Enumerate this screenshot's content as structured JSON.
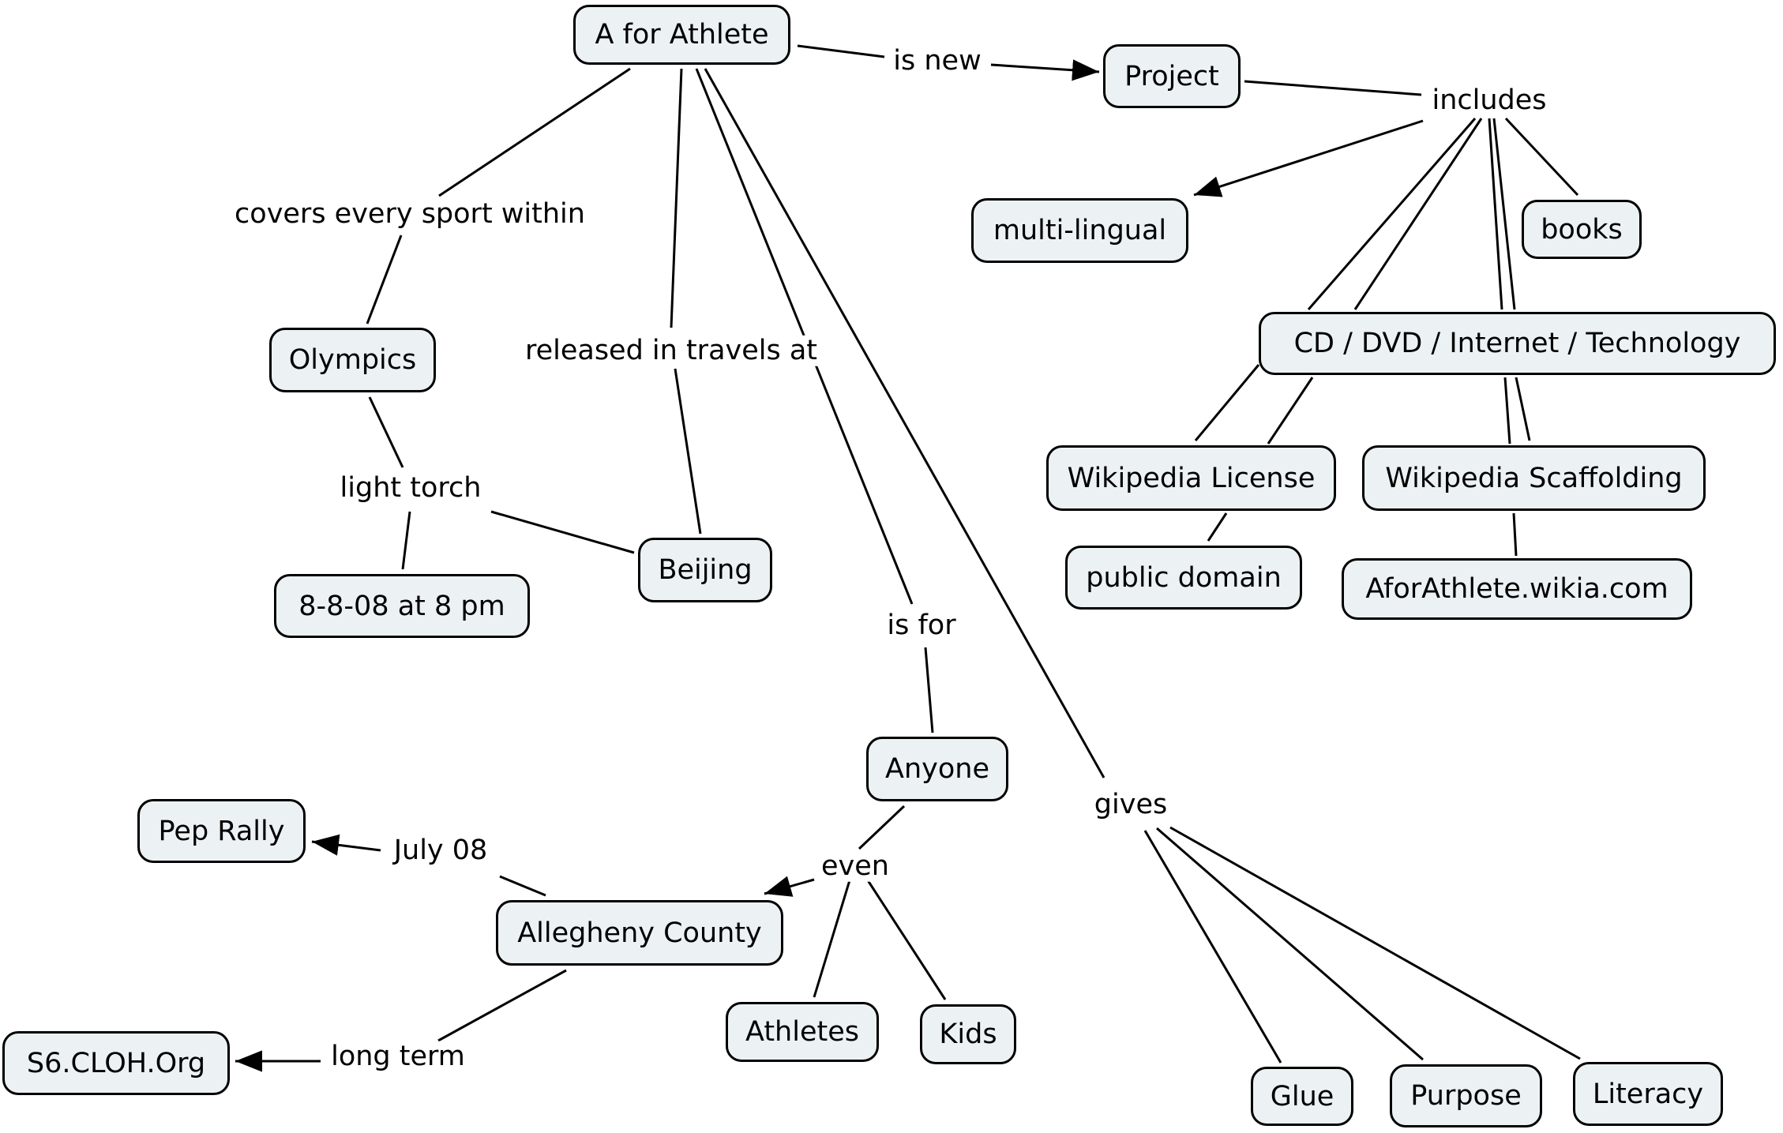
{
  "nodes": {
    "a_for_athlete": "A for Athlete",
    "project": "Project",
    "multi_lingual": "multi-lingual",
    "books": "books",
    "cd_dvd": "CD / DVD / Internet / Technology",
    "wiki_license": "Wikipedia License",
    "wiki_scaffolding": "Wikipedia Scaffolding",
    "public_domain": "public domain",
    "wikia": "AforAthlete.wikia.com",
    "olympics": "Olympics",
    "beijing": "Beijing",
    "date": "8-8-08 at 8 pm",
    "anyone": "Anyone",
    "pep_rally": "Pep Rally",
    "allegheny": "Allegheny County",
    "cloh": "S6.CLOH.Org",
    "athletes": "Athletes",
    "kids": "Kids",
    "glue": "Glue",
    "purpose": "Purpose",
    "literacy": "Literacy"
  },
  "links": {
    "is_new": "is new",
    "includes": "includes",
    "covers": "covers every sport within",
    "released": "released in travels at",
    "light_torch": "light torch",
    "is_for": "is for",
    "gives": "gives",
    "even": "even",
    "july": "July 08",
    "long_term": "long term"
  }
}
